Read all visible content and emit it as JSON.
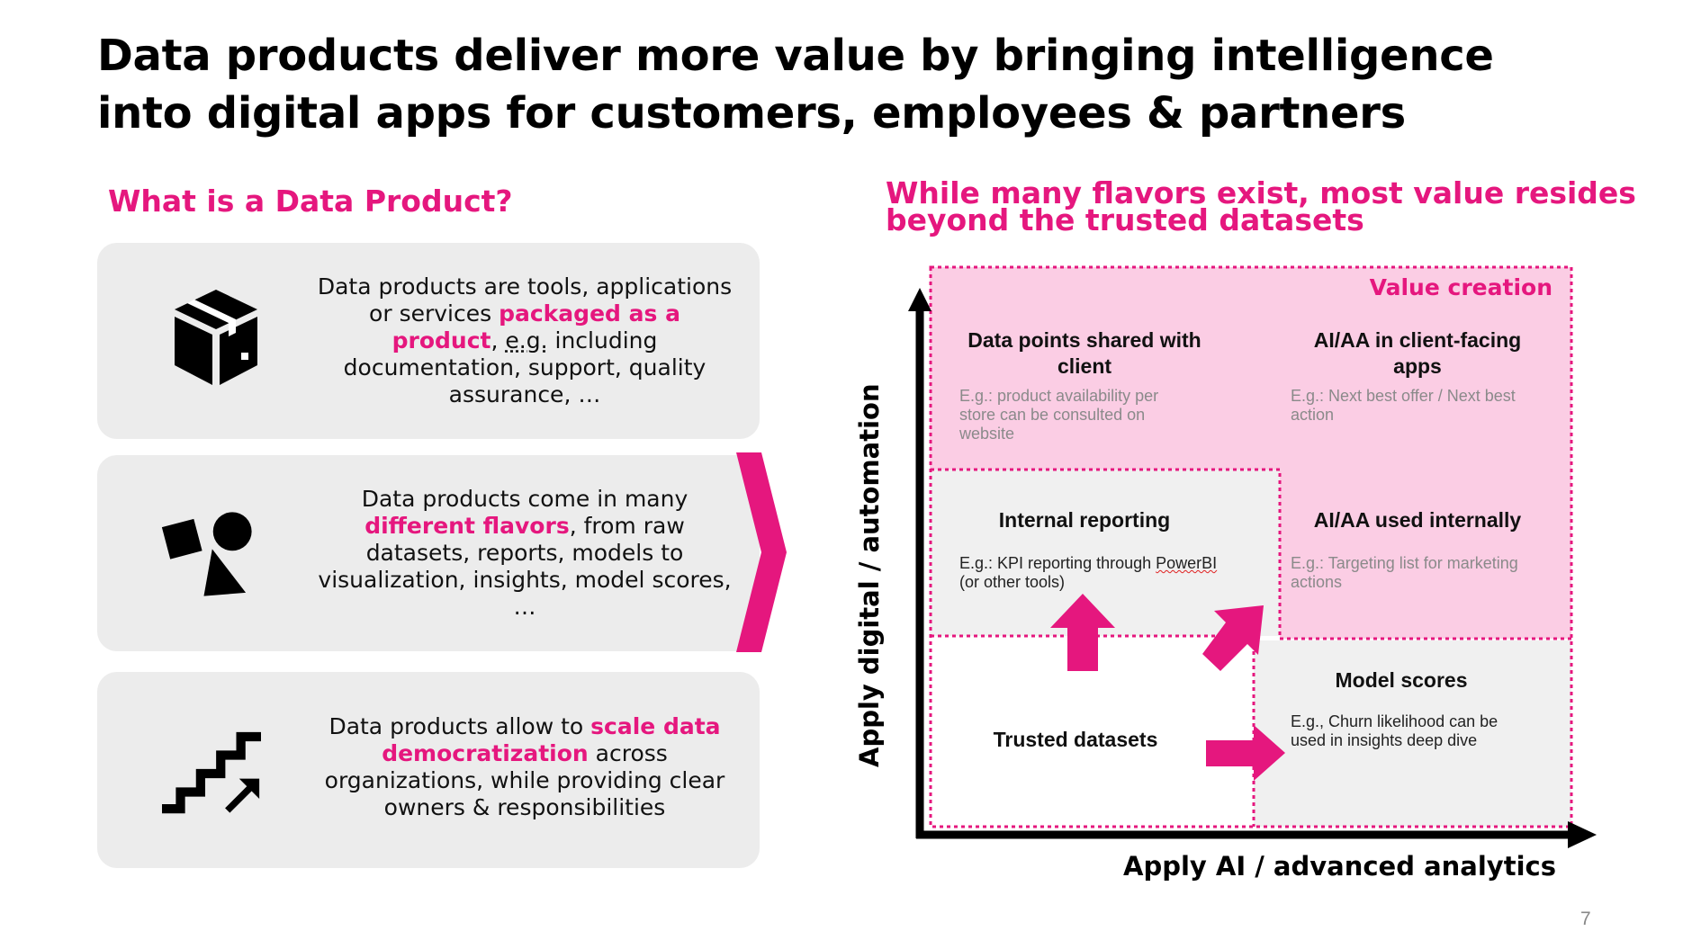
{
  "title": {
    "line1": "Data products deliver more value by bringing intelligence",
    "line2": "into digital apps for customers, employees & partners"
  },
  "left": {
    "heading": "What is a Data Product?",
    "cards": [
      {
        "icon": "box-icon",
        "text_a": "Data products are tools, applications or services ",
        "highlight": "packaged as a product",
        "text_b": ", ",
        "text_c": "e.g.",
        "text_d": " including documentation, support, quality assurance, …"
      },
      {
        "icon": "shapes-icon",
        "text_a": "Data products come in many ",
        "highlight": "different flavors",
        "text_b": ", from raw datasets, reports, models to visualization, insights, model scores, …"
      },
      {
        "icon": "stairs-icon",
        "text_a": "Data products allow to ",
        "highlight": "scale data democratization",
        "text_b": " across organizations, while providing clear owners & responsibilities"
      }
    ]
  },
  "right": {
    "heading_line1": "While many flavors exist, most value resides",
    "heading_line2": "beyond the trusted datasets",
    "value_creation": "Value creation",
    "y_axis": "Apply digital / automation",
    "x_axis": "Apply AI / advanced analytics",
    "quadrants": {
      "top_left": {
        "title": "Data points shared with client",
        "desc": "E.g.: product availability per store can be consulted on website"
      },
      "top_right": {
        "title": "AI/AA in client-facing apps",
        "desc": "E.g.: Next best offer / Next best action"
      },
      "mid_left": {
        "title": "Internal reporting",
        "desc_a": "E.g.: KPI reporting through ",
        "desc_wavy": "PowerBI",
        "desc_b": " (or other tools)"
      },
      "mid_right": {
        "title": "AI/AA used internally",
        "desc": "E.g.: Targeting list for marketing actions"
      },
      "bottom_left": {
        "title": "Trusted datasets"
      },
      "bottom_right": {
        "title": "Model scores",
        "desc": "E.g., Churn likelihood can be used in insights deep dive"
      }
    }
  },
  "page_number": "7",
  "colors": {
    "accent": "#e5177e",
    "light_pink": "#fbcde4",
    "card_gray": "#ececec",
    "quadrant_gray": "#f0f0f0"
  }
}
